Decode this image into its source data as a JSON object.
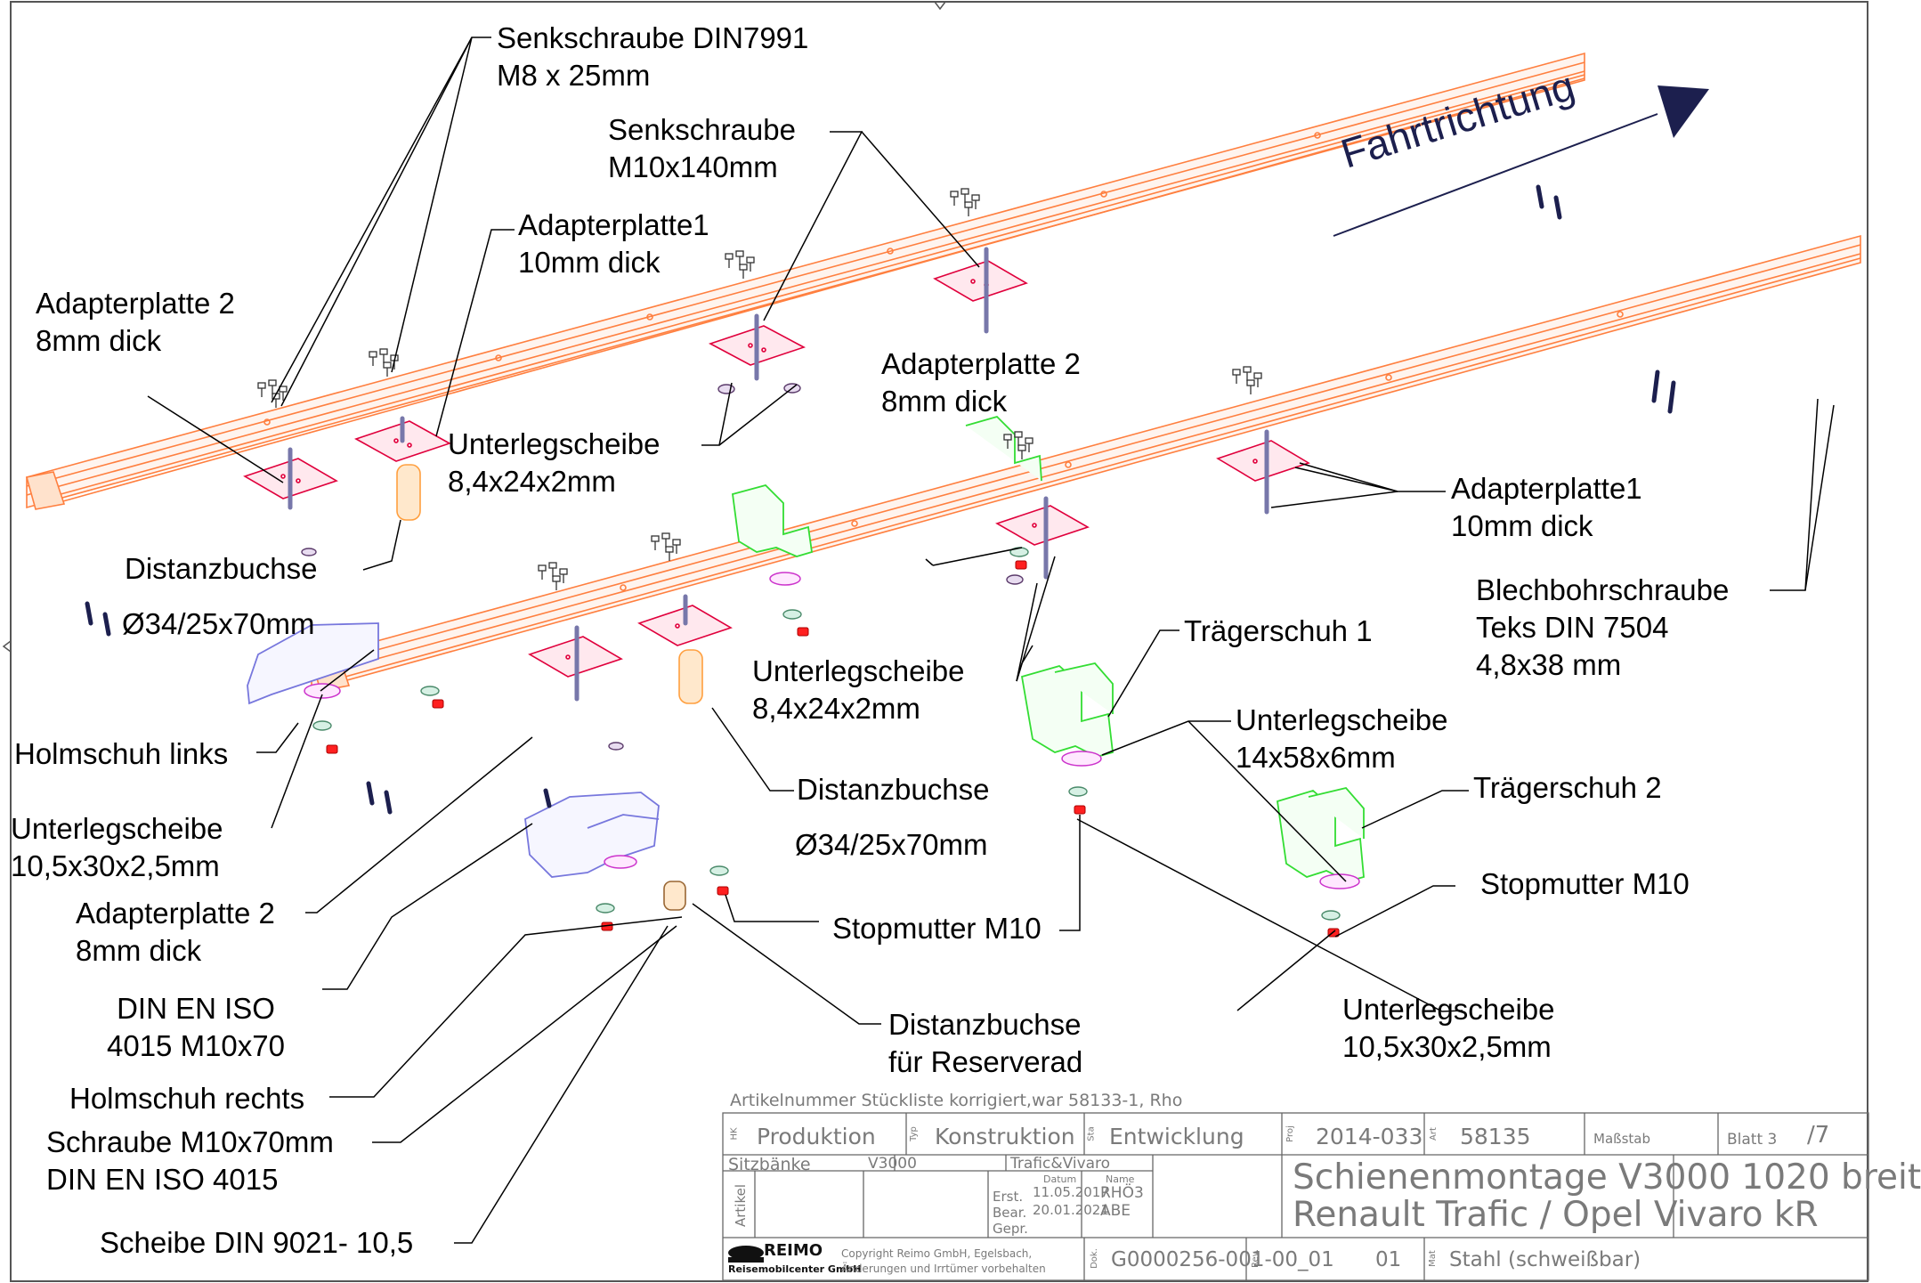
{
  "direction_label": "Fahrtrichtung",
  "labels": {
    "senkschraube_din7991": [
      "Senkschraube DIN7991",
      "M8 x 25mm"
    ],
    "senkschraube_m10": [
      "Senkschraube",
      "M10x140mm"
    ],
    "adapterplatte1_top": [
      "Adapterplatte1",
      "10mm dick"
    ],
    "adapterplatte2_left": [
      "Adapterplatte 2",
      "8mm dick"
    ],
    "adapterplatte2_mid": [
      "Adapterplatte 2",
      "8mm dick"
    ],
    "unterlegscheibe_84_top": [
      "Unterlegscheibe",
      "8,4x24x2mm"
    ],
    "adapterplatte1_right": [
      "Adapterplatte1",
      "10mm dick"
    ],
    "distanzbuchse_left": [
      "Distanzbuchse"
    ],
    "dim_left": [
      "Ø34/25x70mm"
    ],
    "blechbohrschraube": [
      "Blechbohrschraube",
      "Teks DIN 7504",
      "4,8x38 mm"
    ],
    "traegerschuh1": [
      "Trägerschuh 1"
    ],
    "unterlegscheibe_84_mid": [
      "Unterlegscheibe",
      "8,4x24x2mm"
    ],
    "holmschuh_links": [
      "Holmschuh links"
    ],
    "unterlegscheibe_14": [
      "Unterlegscheibe",
      "14x58x6mm"
    ],
    "traegerschuh2": [
      "Trägerschuh 2"
    ],
    "unterlegscheibe_105_left": [
      "Unterlegscheibe",
      "10,5x30x2,5mm"
    ],
    "distanzbuchse_mid": [
      "Distanzbuchse"
    ],
    "dim_mid": [
      "Ø34/25x70mm"
    ],
    "stopmutter_right": [
      "Stopmutter M10"
    ],
    "adapterplatte2_bottom": [
      "Adapterplatte 2",
      "8mm dick"
    ],
    "stopmutter_mid": [
      "Stopmutter M10"
    ],
    "din_en_iso": [
      "DIN EN ISO",
      "4015 M10x70"
    ],
    "unterlegscheibe_105_right": [
      "Unterlegscheibe",
      "10,5x30x2,5mm"
    ],
    "distanzbuchse_reserverad": [
      "Distanzbuchse",
      "für Reserverad"
    ],
    "holmschuh_rechts": [
      "Holmschuh rechts"
    ],
    "schraube_m10x70": [
      "Schraube M10x70mm",
      "DIN EN ISO 4015"
    ],
    "scheibe_din9021": [
      "Scheibe DIN 9021- 10,5"
    ]
  },
  "title_block": {
    "note": "Artikelnummer Stückliste korrigiert,war 58133-1, Rho",
    "hk_label": "HK",
    "hk": "Produktion",
    "typ_label": "Typ",
    "typ": "Konstruktion",
    "sta_label": "Sta",
    "sta": "Entwicklung",
    "proj_label": "Proj",
    "proj": "2014-033",
    "art_label": "Art",
    "art": "58135",
    "massstab": "Maßstab",
    "blatt": "Blatt 3",
    "blatt_total": "/7",
    "group1": "Sitzbänke",
    "group2": "V3000",
    "group3": "Trafic&Vivaro",
    "artikel_label": "Artikel",
    "erst": "Erst.",
    "bear": "Bear.",
    "gepr": "Gepr.",
    "datum_label": "Datum",
    "datum1": "11.05.2017",
    "datum2": "20.01.2021",
    "name_label": "Name",
    "name1": "RHÖ3",
    "name2": "ABE",
    "title_line1": "Schienenmontage V3000 1020 breit",
    "title_line2": "Renault Trafic / Opel Vivaro kR",
    "logo": "REIMO",
    "company": "Reisemobilcenter GmbH",
    "copyright1": "Copyright Reimo GmbH, Egelsbach,",
    "copyright2": "Änderungen und Irrtümer vorbehalten",
    "dok_label": "Dok.",
    "dok": "G0000256-001-00_01",
    "rev_label": "Rev.",
    "rev": "01",
    "mat_label": "Mat",
    "mat": "Stahl (schweißbar)"
  },
  "colors": {
    "rail": "#ff7f3f",
    "plate": "#e0003c",
    "shoe_green": "#33dd33",
    "shoe_blue": "#7777dd",
    "bushing": "#ff9f3f",
    "washer_magenta": "#cc33cc",
    "nut": "#ff2020",
    "screw": "#1c1f4e",
    "border": "#555555"
  }
}
